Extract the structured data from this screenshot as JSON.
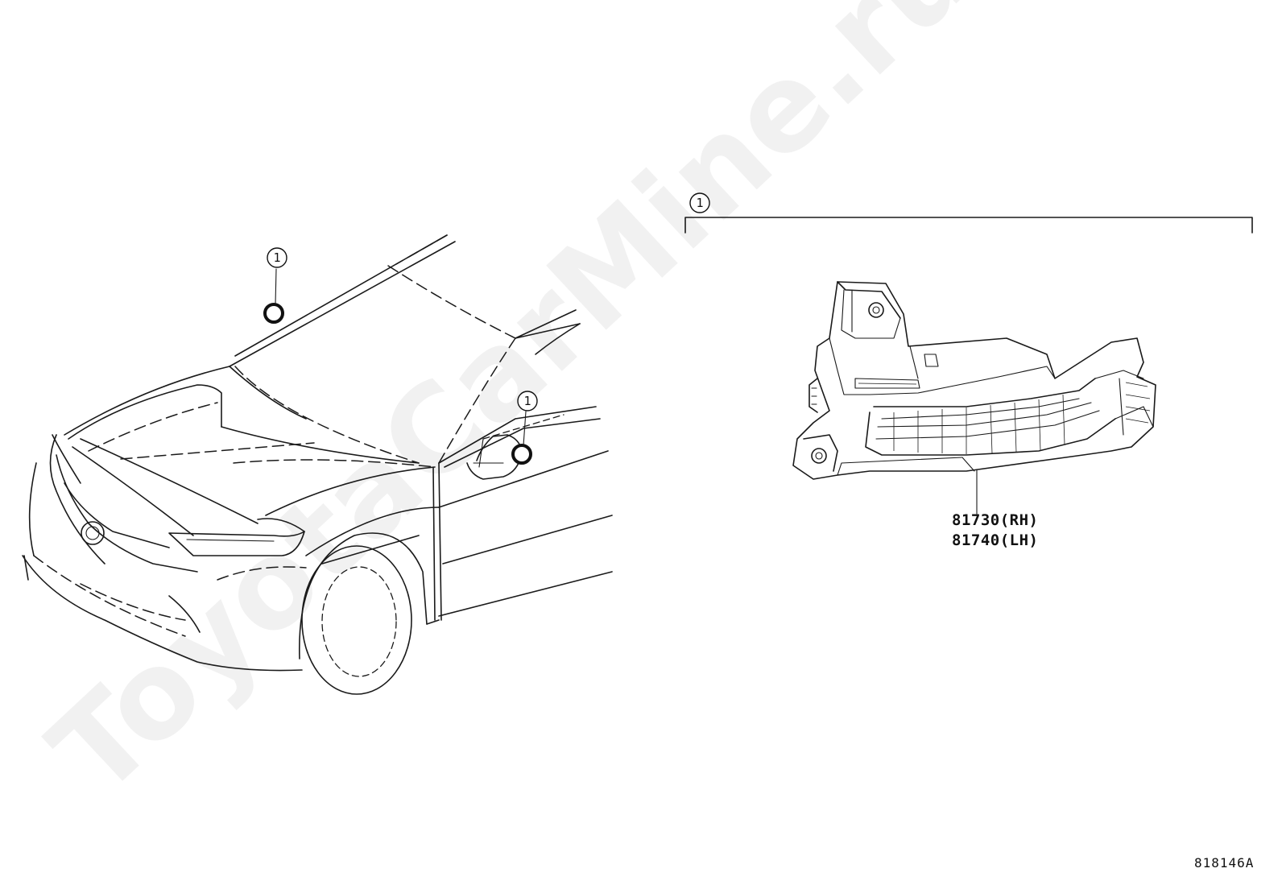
{
  "watermark": "ToyotaCarMine.ru",
  "callouts": {
    "windshield": "1",
    "mirror": "1",
    "group": "1"
  },
  "parts": {
    "rh": "81730(RH)",
    "lh": "81740(LH)"
  },
  "diagram_id": "818146A"
}
